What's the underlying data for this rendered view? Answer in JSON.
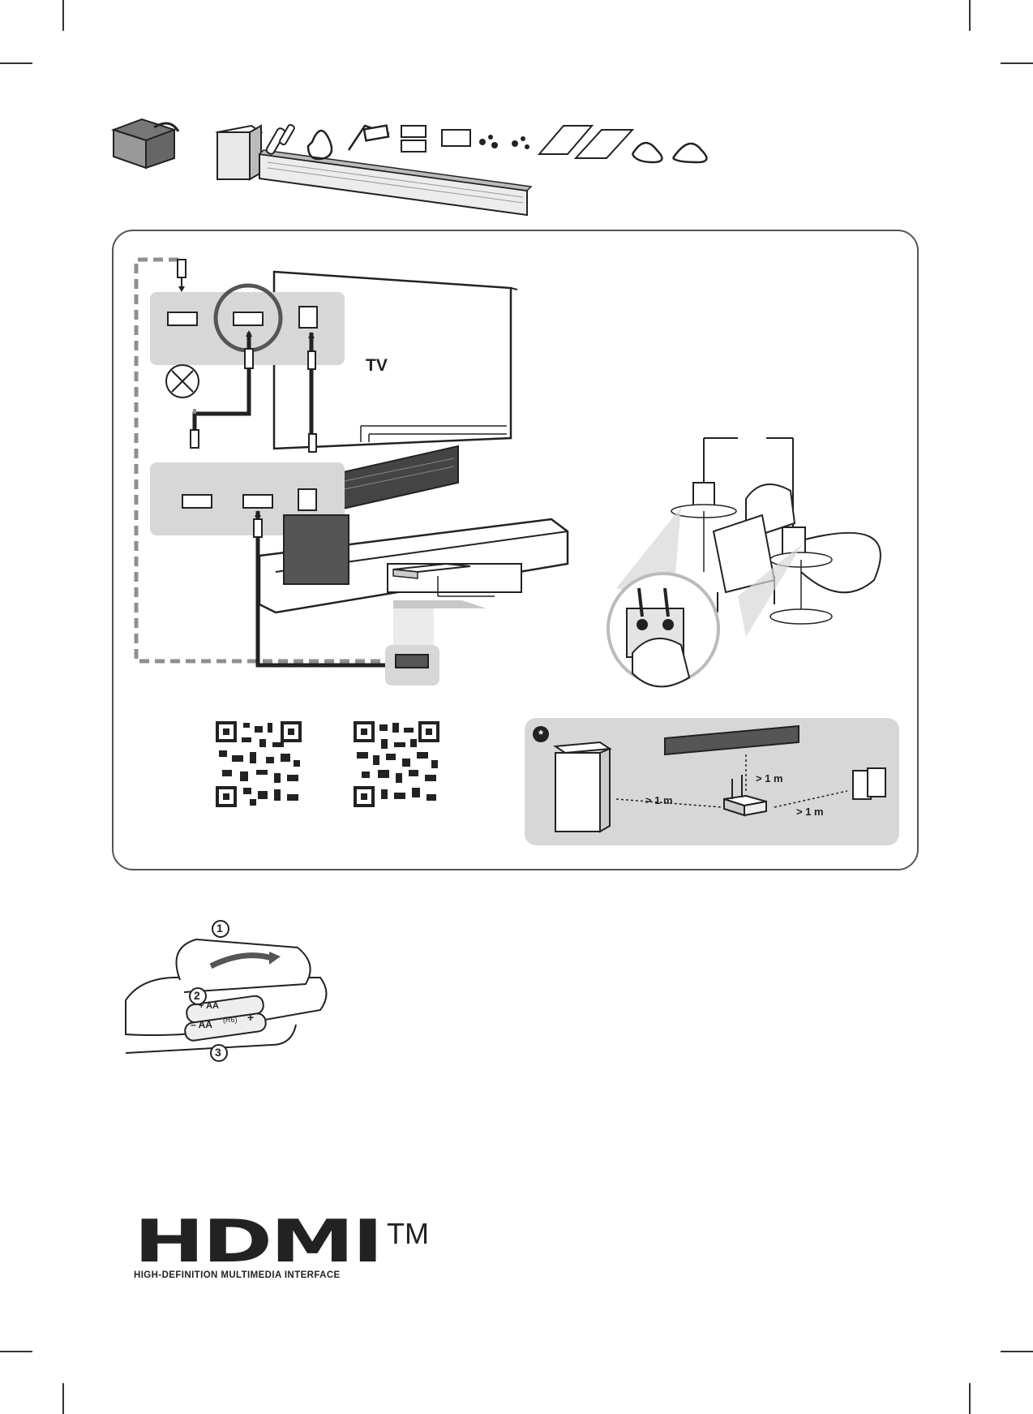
{
  "tv_label": "TV",
  "distance_labels": [
    "> 1 m",
    "> 1 m",
    "> 1 m"
  ],
  "battery": {
    "steps": [
      "1",
      "2",
      "3"
    ],
    "aa_top": "+ AA",
    "aa_bottom": "– AA",
    "r6_label": "(R6)",
    "plus": "+"
  },
  "hdmi_logo": {
    "wordmark": "HDMI",
    "trademark": "TM",
    "tagline": "HIGH-DEFINITION MULTIMEDIA INTERFACE"
  },
  "colors": {
    "panel_bg": "#d7d7d7",
    "line": "#222222",
    "dashed": "#8f8f8f"
  }
}
